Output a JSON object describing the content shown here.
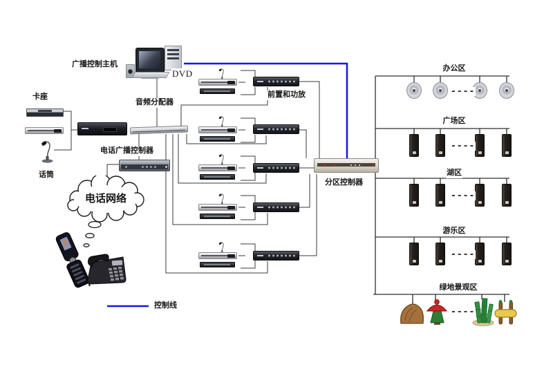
{
  "left_section": {
    "host_label": "广播控制主机",
    "dvd_label": "DVD",
    "audio_distributor_label": "音频分配器",
    "cassette_deck_label": "卡座",
    "phone_controller_label": "电话广播控制器",
    "microphone_label": "话筒",
    "phone_network_label": "电话网络"
  },
  "center_section": {
    "preamp_label": "前置和功放",
    "source_group_count": 5
  },
  "zone_controller_label": "分区控制器",
  "zones": [
    {
      "id": "office",
      "label": "办公区",
      "speaker_type": "ceiling-speaker",
      "visible_speakers": 4,
      "ellipsis": "----"
    },
    {
      "id": "plaza",
      "label": "广场区",
      "speaker_type": "column-speaker",
      "visible_speakers": 4,
      "ellipsis": "----"
    },
    {
      "id": "lake",
      "label": "湖区",
      "speaker_type": "column-speaker",
      "visible_speakers": 4,
      "ellipsis": "----"
    },
    {
      "id": "amusement",
      "label": "游乐区",
      "speaker_type": "column-speaker",
      "visible_speakers": 4,
      "ellipsis": "----"
    },
    {
      "id": "green",
      "label": "绿地景观区",
      "speaker_type": "garden-speaker",
      "visible_speakers": 4,
      "ellipsis": "----"
    }
  ],
  "legend": {
    "control_line_label": "控制线",
    "control_line_color": "#1414ee"
  },
  "colors": {
    "background": "#ffffff",
    "wire": "#3a3a3a",
    "control_line": "#1414ee"
  }
}
